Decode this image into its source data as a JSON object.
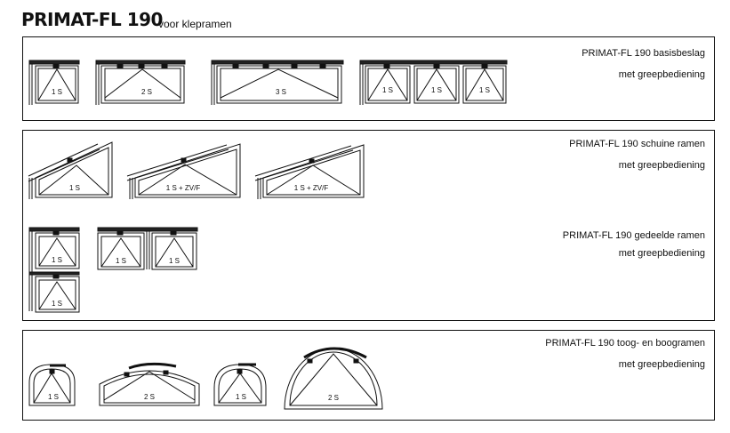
{
  "header": {
    "title": "PRIMAT-FL 190",
    "subtitle": "voor klepramen"
  },
  "panels": [
    {
      "line1": "PRIMAT-FL 190 basisbeslag",
      "line2": "met greepbediening"
    },
    {
      "line1": "PRIMAT-FL 190 schuine ramen",
      "line2": "met greepbediening"
    },
    {
      "line1": "PRIMAT-FL 190 gedeelde ramen",
      "line2": "met greepbediening"
    },
    {
      "line1": "PRIMAT-FL 190 toog- en boogramen",
      "line2": "met greepbediening"
    }
  ],
  "window_labels": {
    "w1": "1 S",
    "w2": "2 S",
    "w3": "3 S",
    "w4a": "1 S",
    "w4b": "1 S",
    "w4c": "1 S",
    "s1": "1 S",
    "s2": "1 S + ZV/F",
    "s3": "1 S + ZV/F",
    "d1": "1 S",
    "d2": "1 S",
    "d3": "1 S",
    "d4": "1 S",
    "a1": "1 S",
    "a2": "2 S",
    "a3": "1 S",
    "a4": "2 S"
  }
}
